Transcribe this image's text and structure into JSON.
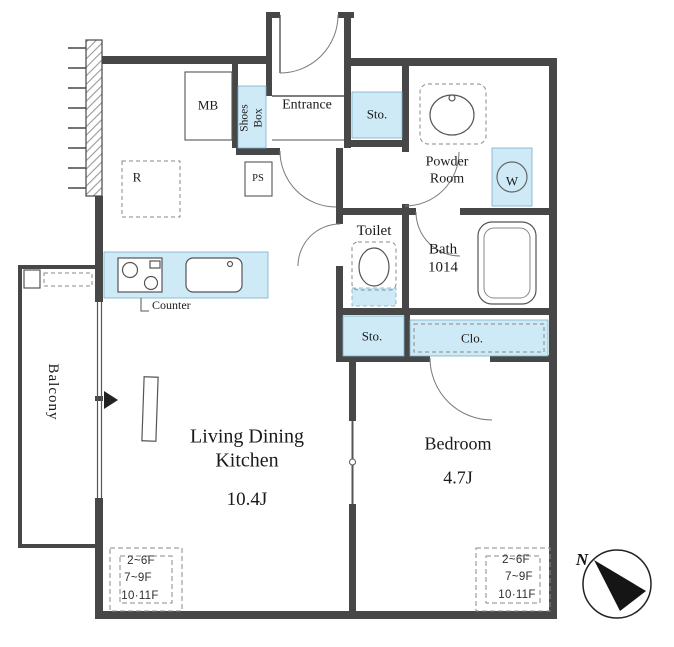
{
  "plan": {
    "rooms": {
      "entrance": "Entrance",
      "mb": "MB",
      "shoes_box": "Shoes\nBox",
      "ps": "PS",
      "fridge": "R",
      "sto_top": "Sto.",
      "powder_room": "Powder\nRoom",
      "washer": "W",
      "toilet": "Toilet",
      "bath": "Bath\n1014",
      "counter": "Counter",
      "sto_mid": "Sto.",
      "closet": "Clo.",
      "balcony": "Balcony",
      "ldk_name": "Living Dining\nKitchen",
      "ldk_size": "10.4J",
      "bedroom_name": "Bedroom",
      "bedroom_size": "4.7J"
    },
    "floor_notes_left": [
      "2~6F",
      "7~9F",
      "10·11F"
    ],
    "floor_notes_right": [
      "2~6F",
      "7~9F",
      "10·11F"
    ],
    "compass_n": "N",
    "colors": {
      "wall": "#474747",
      "fixture_fill": "#cfeaf7",
      "line": "#555555"
    }
  }
}
